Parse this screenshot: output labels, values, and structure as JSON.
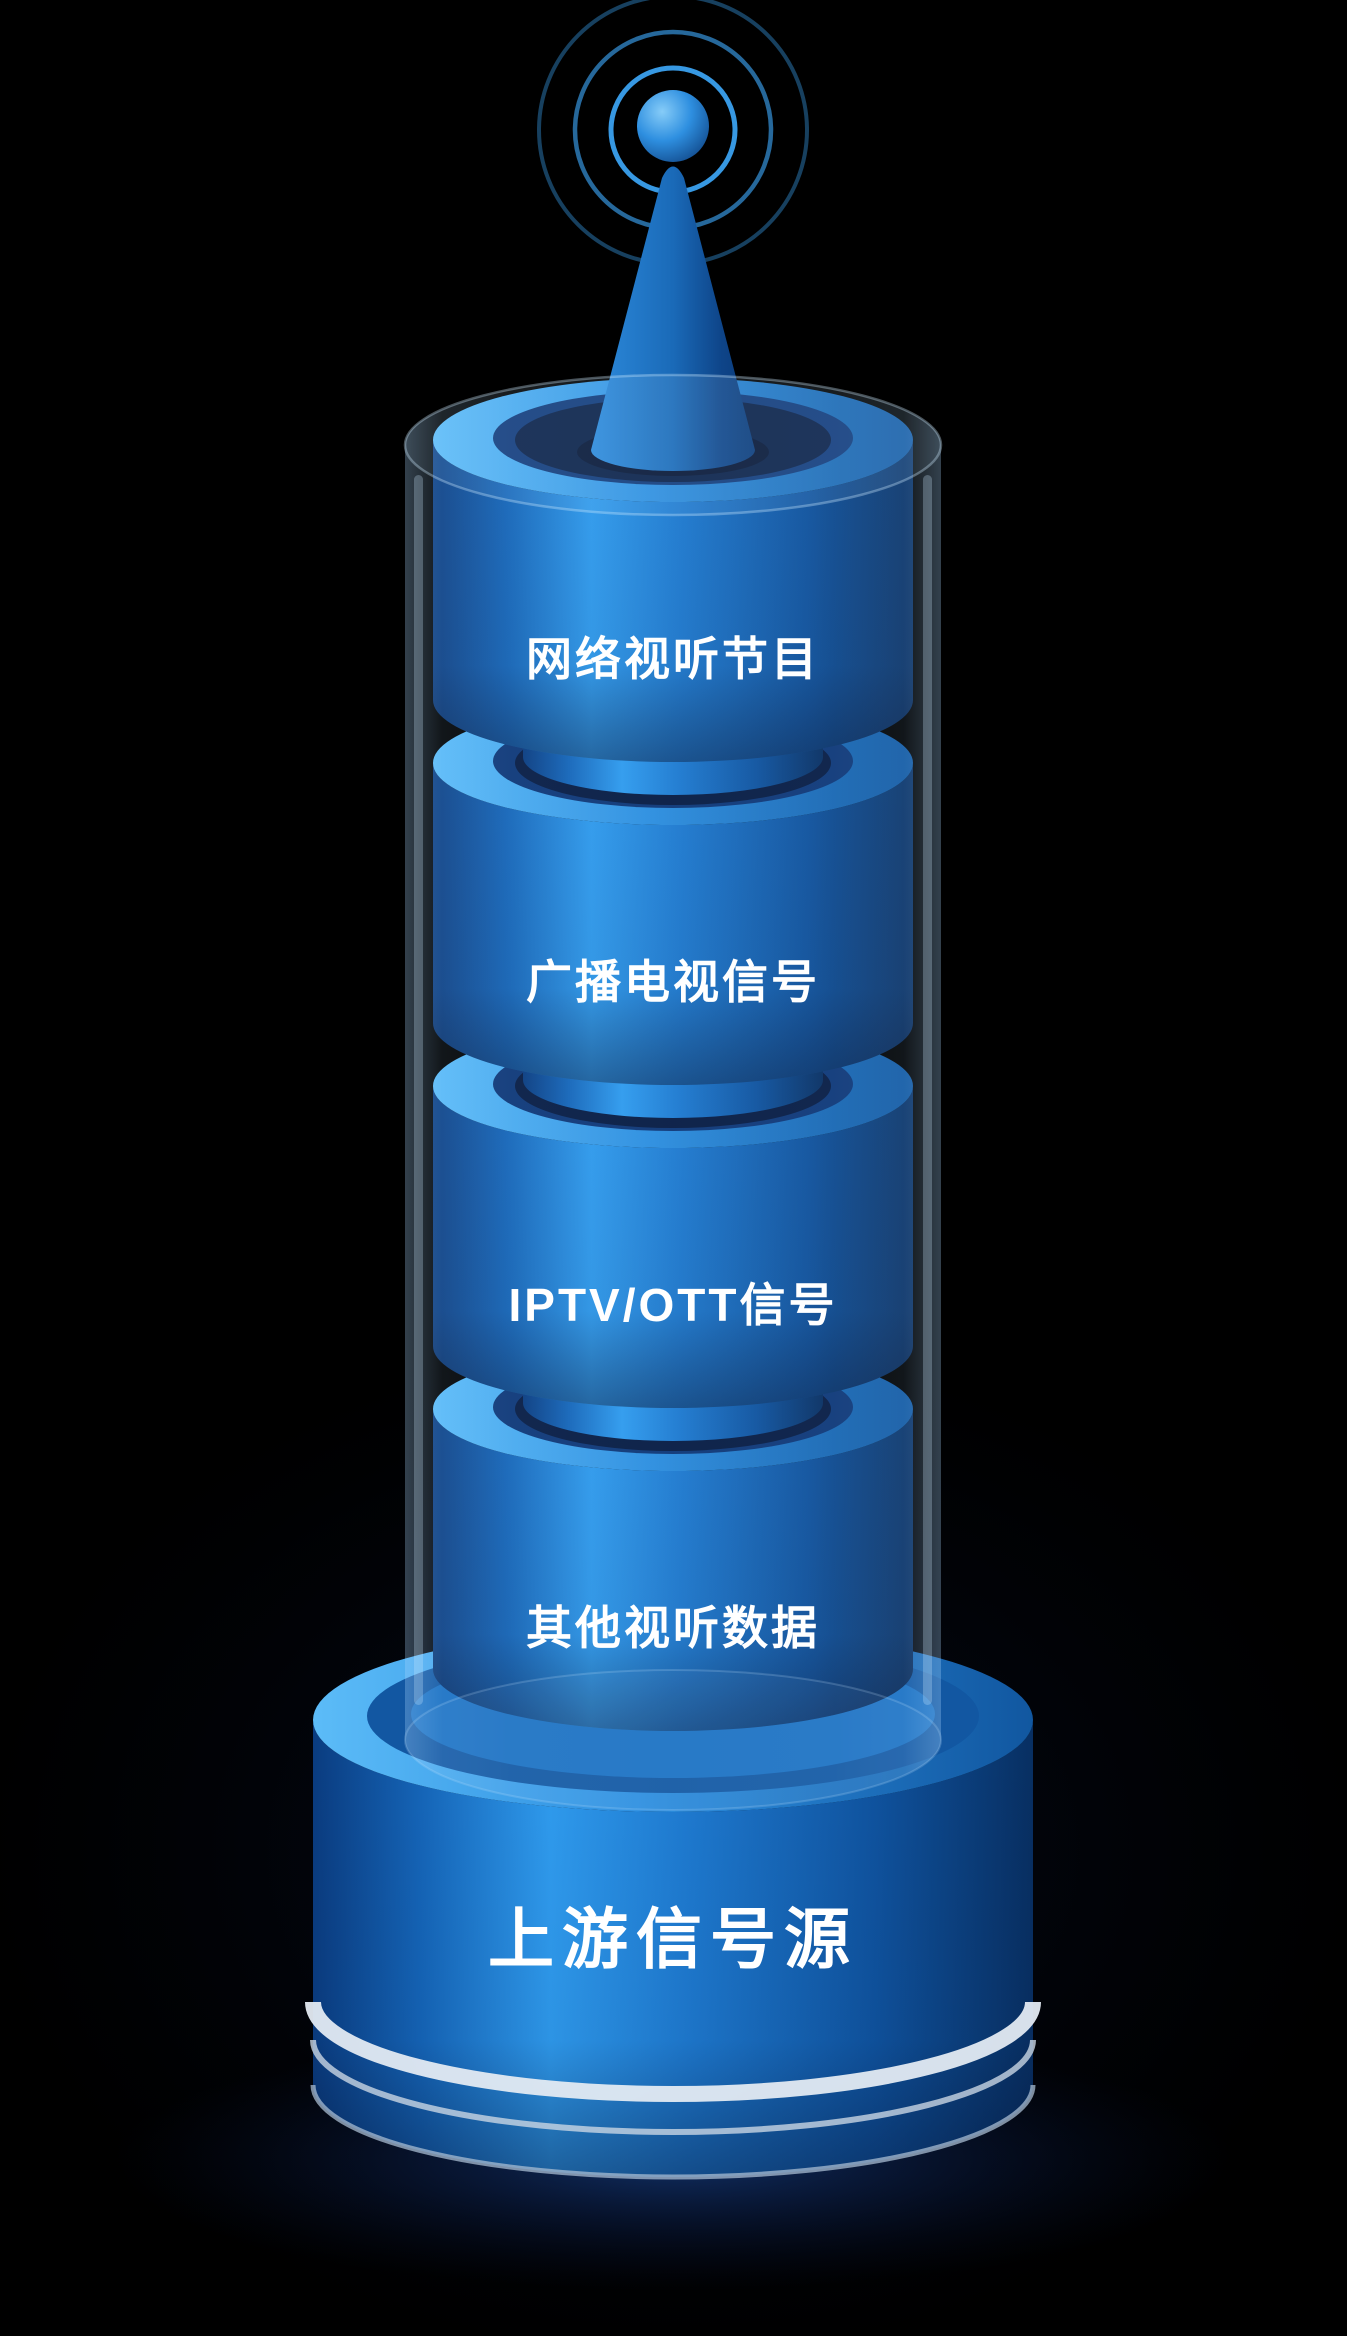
{
  "illustration": {
    "background_color": "#000000",
    "antenna": {
      "icon": "broadcast-antenna-icon",
      "signal_rings": 3
    },
    "tower": {
      "segments": [
        {
          "label": "网络视听节目"
        },
        {
          "label": "广播电视信号"
        },
        {
          "label": "IPTV/OTT信号"
        },
        {
          "label": "其他视听数据"
        }
      ],
      "base_label": "上游信号源"
    },
    "colors": {
      "cylinder_highlight": "#2f9bee",
      "cylinder_shadow": "#082f62",
      "rim_highlight": "#5cbcf8",
      "label_text": "#ffffff",
      "base_ring": "#e3eaf2",
      "floor_glow": "#1e55b4"
    }
  }
}
